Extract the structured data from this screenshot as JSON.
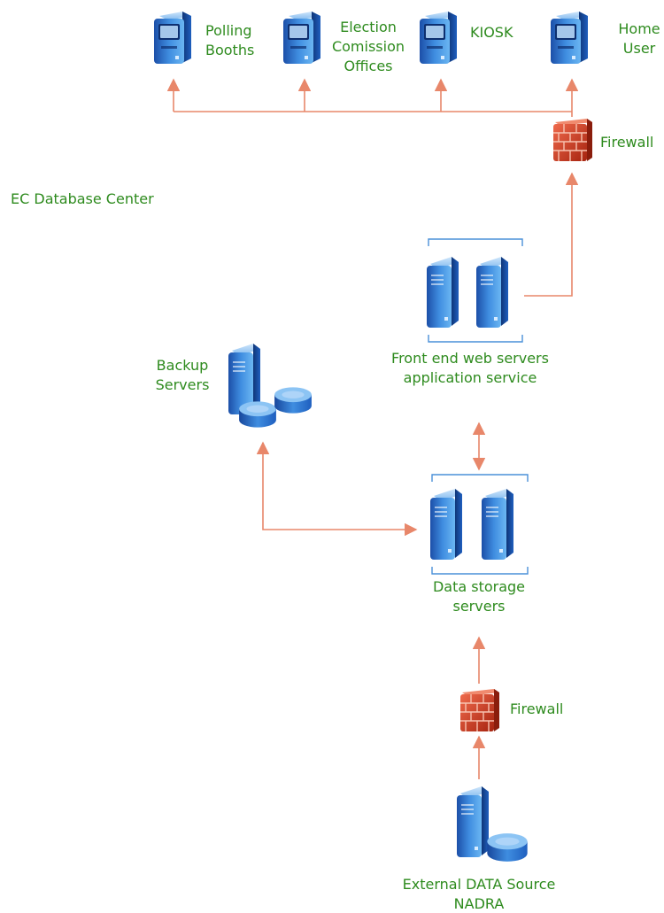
{
  "title": "EC Database Center",
  "nodes": {
    "polling_booths": [
      "Polling",
      "Booths"
    ],
    "election_offices": [
      "Election",
      "Comission",
      "Offices"
    ],
    "kiosk": [
      "KIOSK"
    ],
    "home_user": [
      "Home",
      "User"
    ],
    "firewall_top": [
      "Firewall"
    ],
    "front_end": [
      "Front end web servers",
      "application service"
    ],
    "backup": [
      "Backup",
      "Servers"
    ],
    "data_storage": [
      "Data storage",
      "servers"
    ],
    "firewall_bottom": [
      "Firewall"
    ],
    "external": [
      "External DATA Source",
      "NADRA"
    ]
  },
  "colors": {
    "label": "#2e8b1e",
    "connector": "#e8876a",
    "server_blue": "#1f5fbf",
    "server_light": "#5aa8ee",
    "firewall_red": "#c9321f",
    "bracket": "#4a90d9"
  }
}
